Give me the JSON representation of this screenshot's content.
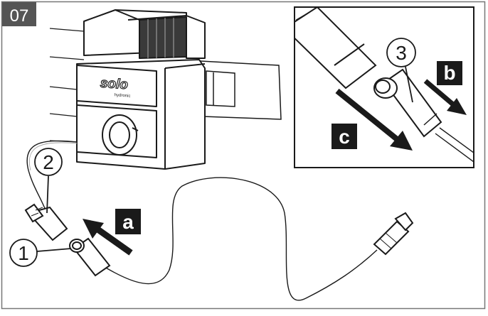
{
  "figure": {
    "step_number": "07",
    "brand_logo": "solo",
    "brand_subtext": "hydronic"
  },
  "callouts": {
    "part_1": "1",
    "part_2": "2",
    "part_3": "3"
  },
  "arrows": {
    "a": "a",
    "b": "b",
    "c": "c"
  },
  "colors": {
    "line": "#1a1a1a",
    "label_bg": "#1a1a1a",
    "label_text": "#ffffff",
    "step_bg": "#555555",
    "frame": "#777777"
  }
}
